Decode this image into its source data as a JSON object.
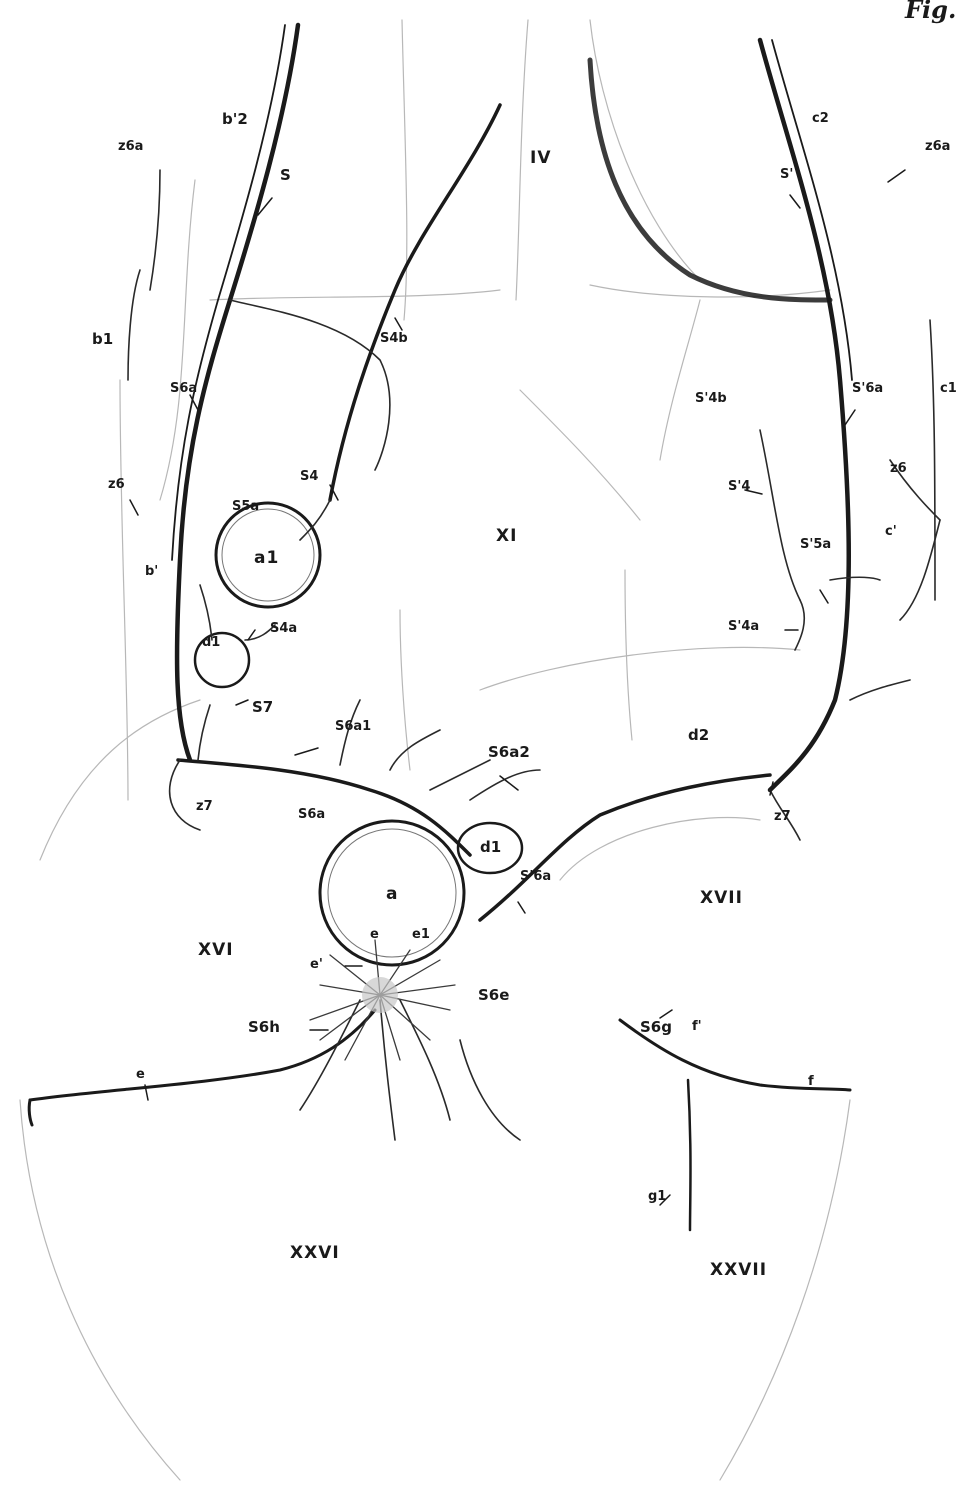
{
  "figure": {
    "title": "Fig."
  },
  "regions": {
    "IV": "IV",
    "XI": "XI",
    "XVI": "XVI",
    "XVII": "XVII",
    "XXVI": "XXVI",
    "XXVII": "XXVII"
  },
  "labels": {
    "b2": "b'2",
    "S": "S",
    "z6a_left": "z6a",
    "z6a_right": "z6a",
    "c2": "c2",
    "S_right": "S'",
    "b1": "b1",
    "S4b": "S4b",
    "S6a_left": "S6a",
    "S6a_right": "S'6a",
    "c1": "c1",
    "S4b_right": "S'4b",
    "S4": "S4",
    "z6": "z6",
    "S5a": "S5a",
    "a1": "a1",
    "S4_right": "S'4",
    "z6_right": "z6",
    "c_prime": "c'",
    "S5a_right": "S'5a",
    "b_prime": "b'",
    "d1_left": "d1",
    "S4a": "S4a",
    "S4a_right": "S'4a",
    "S7": "S7",
    "S6a1": "S6a1",
    "S6a2": "S6a2",
    "d2": "d2",
    "z7_left": "z7",
    "S6a_mid": "S6a",
    "z7_right": "z7",
    "d1": "d1",
    "a": "a",
    "S6a_lower": "S'6a",
    "e": "e",
    "e1": "e1",
    "e_prime": "e'",
    "S6e": "S6e",
    "S6h": "S6h",
    "S6g": "S6g",
    "f_prime": "f'",
    "f": "f",
    "e_bottom": "e",
    "g1": "g1"
  },
  "colors": {
    "ink": "#1a1a1a",
    "faint": "#8a8a8a",
    "paper": "#ffffff"
  }
}
